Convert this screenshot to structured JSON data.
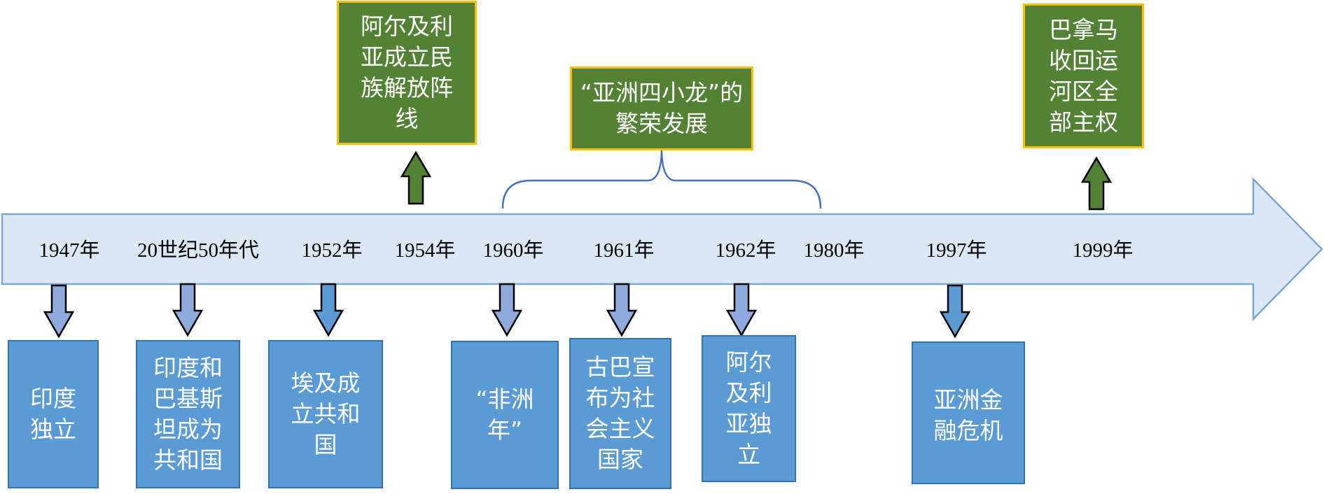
{
  "colors": {
    "timeline_fill": "#dae8f6",
    "timeline_stroke": "#7ea6d3",
    "blue_box": "#5b9bd5",
    "blue_border": "#2e75b6",
    "green_box": "#548235",
    "green_border": "#ffc000",
    "arrow_down_fill": "#8faadc",
    "arrow_down_fill_alt": "#5b9bd5",
    "arrow_up_fill": "#548235",
    "brace_stroke": "#4472c4"
  },
  "years": [
    {
      "id": "1947",
      "label": "1947年"
    },
    {
      "id": "1950s",
      "label": "20世纪50年代"
    },
    {
      "id": "1952",
      "label": "1952年"
    },
    {
      "id": "1954",
      "label": "1954年"
    },
    {
      "id": "1960",
      "label": "1960年"
    },
    {
      "id": "1961",
      "label": "1961年"
    },
    {
      "id": "1962",
      "label": "1962年"
    },
    {
      "id": "1980",
      "label": "1980年"
    },
    {
      "id": "1997",
      "label": "1997年"
    },
    {
      "id": "1999",
      "label": "1999年"
    }
  ],
  "events_below": [
    {
      "id": "india",
      "text": "印度独立"
    },
    {
      "id": "india-pakistan",
      "text": "印度和巴基斯坦成为共和国"
    },
    {
      "id": "egypt",
      "text": "埃及成立共和国"
    },
    {
      "id": "africa-year",
      "text": "“非洲年”"
    },
    {
      "id": "cuba",
      "text": "古巴宣布为社会主义国家"
    },
    {
      "id": "algeria-independence",
      "text": "阿尔及利亚独立"
    },
    {
      "id": "asian-crisis",
      "text": "亚洲金融危机"
    }
  ],
  "events_above": [
    {
      "id": "algeria-flf",
      "text": "阿尔及利亚成立民族解放阵线"
    },
    {
      "id": "four-dragons",
      "text": "“亚洲四小龙”的繁荣发展"
    },
    {
      "id": "panama",
      "text": "巴拿马收回运河区全部主权"
    }
  ]
}
